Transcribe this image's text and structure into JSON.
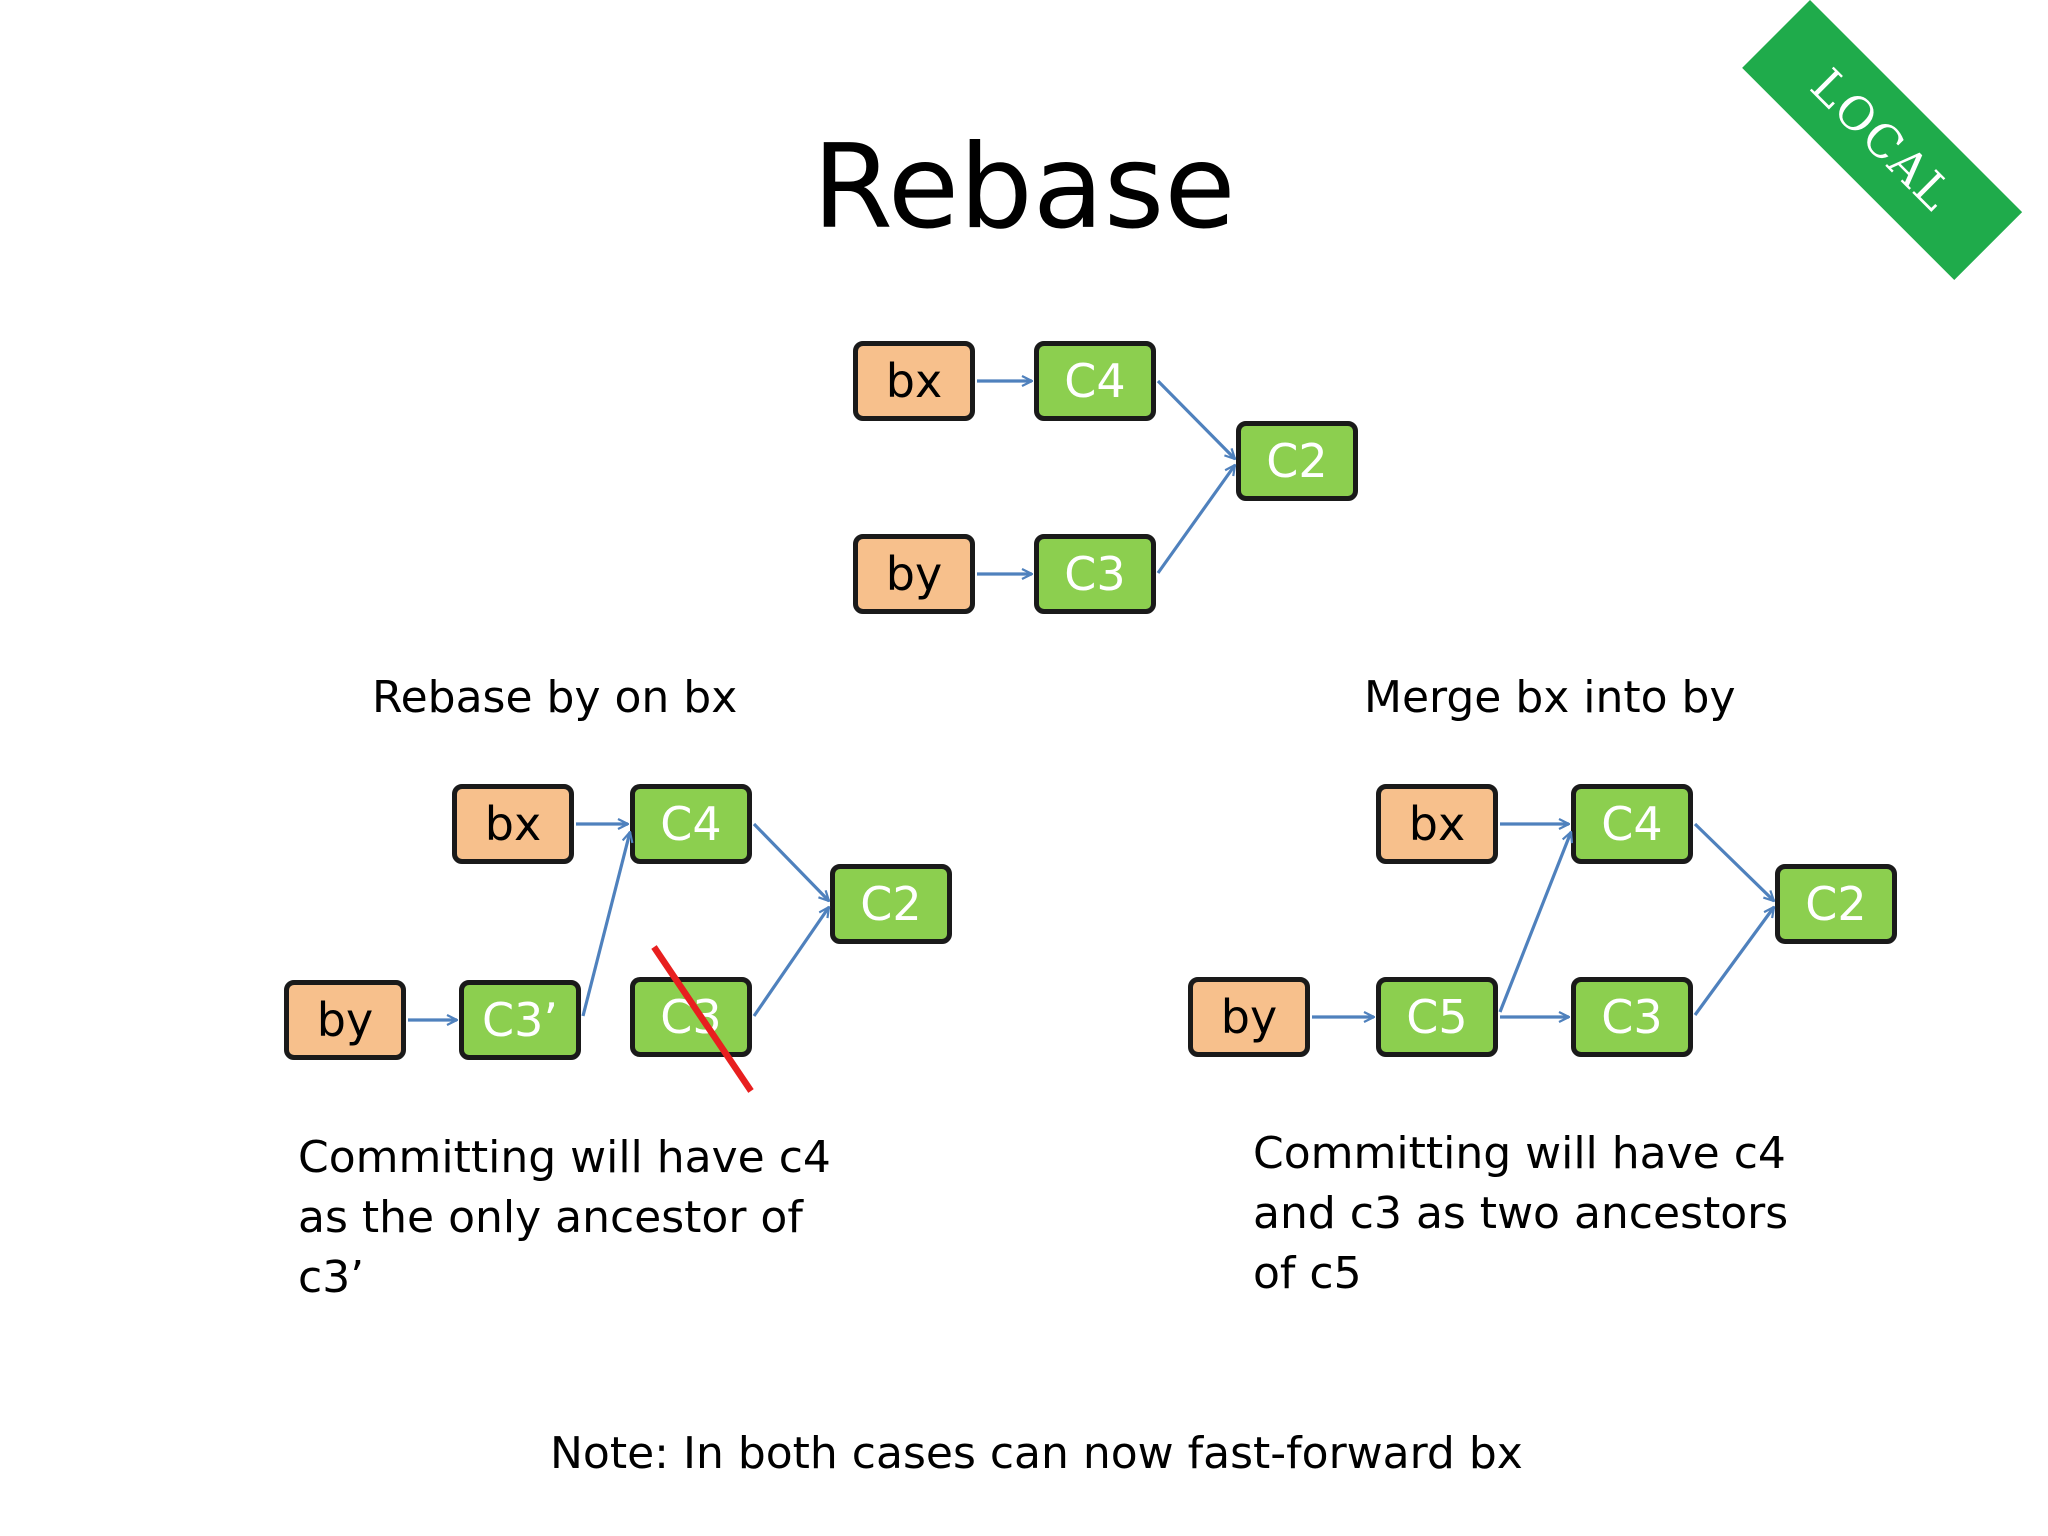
{
  "title": "Rebase",
  "badge": "LOCAL",
  "left_caption": "Rebase by on bx",
  "right_caption": "Merge bx into by",
  "left_description": "Committing will have c4\nas the only ancestor of\nc3’",
  "right_description": "Committing will have c4\nand c3 as two ancestors\nof c5",
  "note": "Note: In both cases can now fast-forward bx",
  "colors": {
    "branch_fill": "#f7c08c",
    "commit_fill": "#8ccf4f",
    "arrow": "#4f81bd",
    "strike": "#e81f1f",
    "badge": "#1fab4b"
  },
  "diagrams": {
    "top": {
      "bx": "bx",
      "by": "by",
      "c4": "C4",
      "c3": "C3",
      "c2": "C2"
    },
    "rebase": {
      "bx": "bx",
      "by": "by",
      "c4": "C4",
      "c3p": "C3’",
      "c3": "C3",
      "c2": "C2"
    },
    "merge": {
      "bx": "bx",
      "by": "by",
      "c4": "C4",
      "c5": "C5",
      "c3": "C3",
      "c2": "C2"
    }
  }
}
